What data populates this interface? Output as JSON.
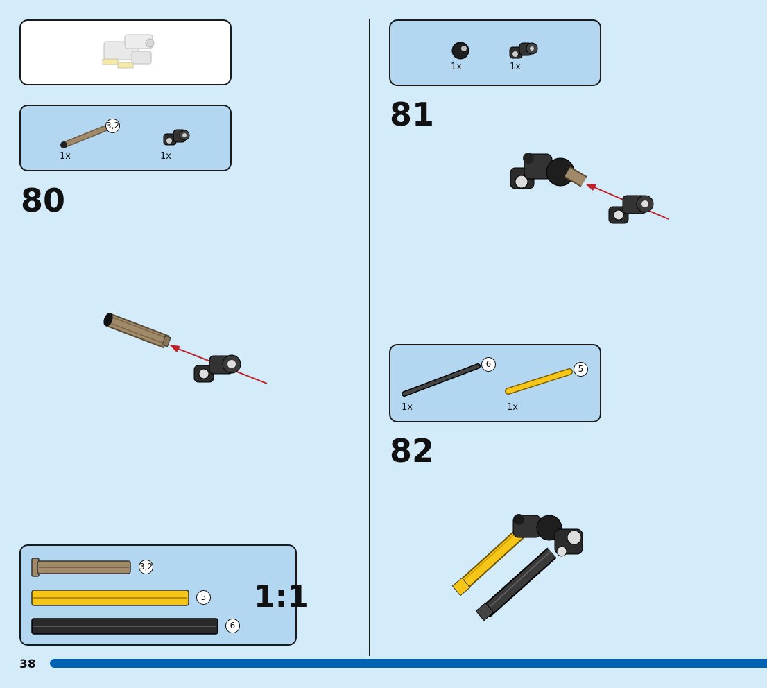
{
  "page": {
    "number": "38"
  },
  "colors": {
    "background": "#d4ebf9",
    "callout": "#b3d6f1",
    "page_bar": "#0062b2",
    "arrow": "#c0202a",
    "axle_tan": "#a08a6a",
    "axle_yellow": "#f5c518",
    "axle_black": "#2a2a2a"
  },
  "steps": [
    {
      "number": "80",
      "parts": [
        {
          "icon": "tan-axle-icon",
          "qty": "1x",
          "length": "3,2"
        },
        {
          "icon": "connector-icon",
          "qty": "1x"
        }
      ]
    },
    {
      "number": "81",
      "parts": [
        {
          "icon": "ball-joint-icon",
          "qty": "1x"
        },
        {
          "icon": "connector-icon",
          "qty": "1x"
        }
      ]
    },
    {
      "number": "82",
      "parts": [
        {
          "icon": "black-axle-icon",
          "qty": "1x",
          "length": "6"
        },
        {
          "icon": "yellow-axle-icon",
          "qty": "1x",
          "length": "5"
        }
      ]
    }
  ],
  "scale_chart": {
    "label": "1:1",
    "items": [
      {
        "icon": "tan-axle-icon",
        "length": "3,2"
      },
      {
        "icon": "yellow-axle-icon",
        "length": "5"
      },
      {
        "icon": "black-axle-icon",
        "length": "6"
      }
    ]
  }
}
